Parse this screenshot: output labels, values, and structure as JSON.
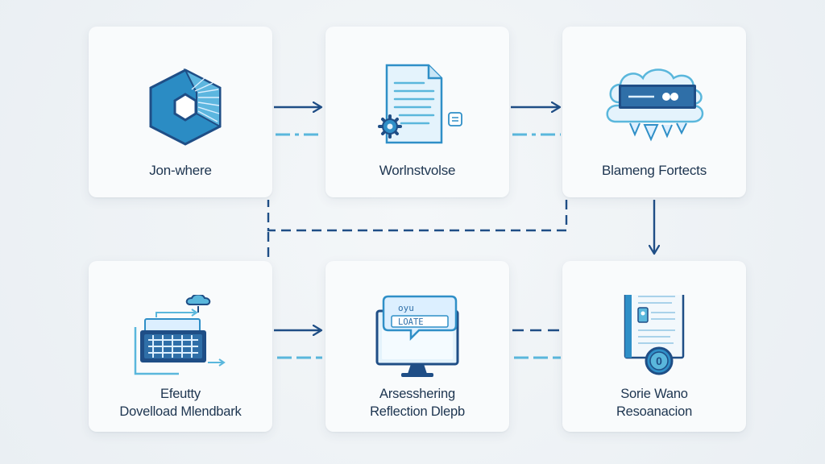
{
  "nodes": [
    {
      "id": "n1",
      "label_lines": [
        "Jon-where"
      ],
      "icon": "hexagon-cube-icon"
    },
    {
      "id": "n2",
      "label_lines": [
        "Worlnstvolse"
      ],
      "icon": "document-gear-icon"
    },
    {
      "id": "n3",
      "label_lines": [
        "Blameng Fortects"
      ],
      "icon": "cloud-server-icon"
    },
    {
      "id": "n4",
      "label_lines": [
        "Efeutty",
        "Dovelload Mlendbark"
      ],
      "icon": "server-rack-icon"
    },
    {
      "id": "n5",
      "label_lines": [
        "Arsesshering",
        "Reflection Dlepb"
      ],
      "icon": "monitor-chat-icon"
    },
    {
      "id": "n6",
      "label_lines": [
        "Sorie Wano",
        "Resoanacion"
      ],
      "icon": "document-badge-icon"
    }
  ],
  "icon_texts": {
    "monitor_line1": "oyu",
    "monitor_line2": "LOATE",
    "badge_number": "0"
  },
  "colors": {
    "navy": "#1f4e86",
    "blue": "#2f8fc7",
    "light_blue": "#dcefff",
    "cyan": "#58b9de",
    "text": "#1d3550"
  }
}
